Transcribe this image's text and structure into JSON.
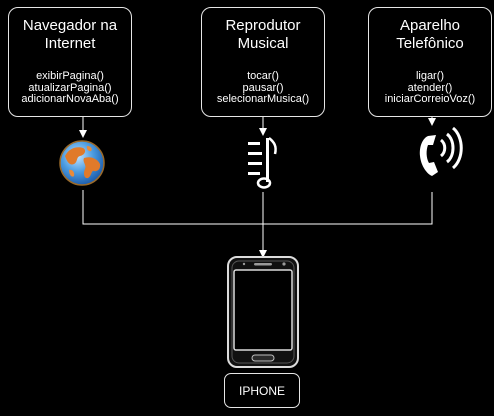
{
  "cards": {
    "browser": {
      "title_line1": "Navegador na",
      "title_line2": "Internet",
      "methods": [
        "exibirPagina()",
        "atualizarPagina()",
        "adicionarNovaAba()"
      ]
    },
    "music": {
      "title_line1": "Reprodutor",
      "title_line2": "Musical",
      "methods": [
        "tocar()",
        "pausar()",
        "selecionarMusica()"
      ]
    },
    "phone": {
      "title_line1": "Aparelho",
      "title_line2": "Telefônico",
      "methods": [
        "ligar()",
        "atender()",
        "iniciarCorreioVoz()"
      ]
    }
  },
  "device_label": "IPHONE",
  "icons": [
    "globe-icon",
    "music-note-icon",
    "phone-ringing-icon",
    "smartphone-icon"
  ],
  "colors": {
    "background": "#000000",
    "stroke": "#e6e6e6",
    "text": "#ffffff"
  }
}
